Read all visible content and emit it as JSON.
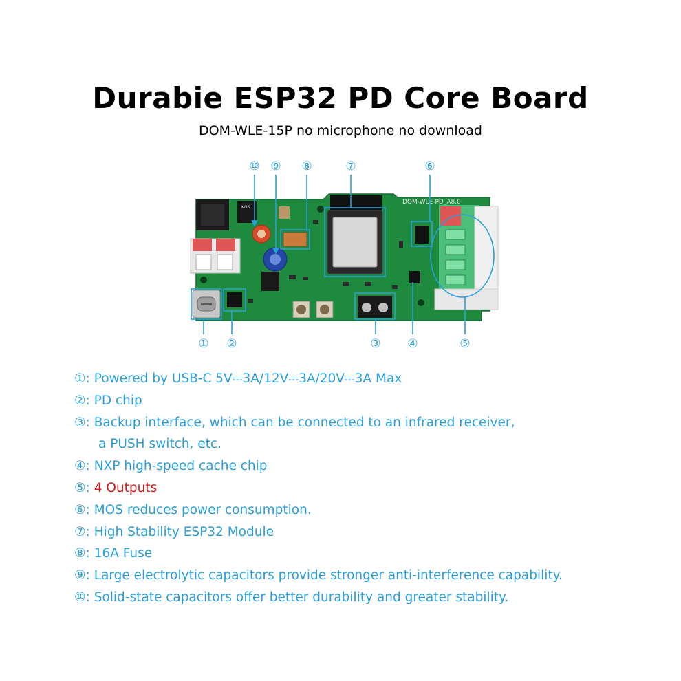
{
  "header": {
    "title": "Durabie ESP32 PD Core Board",
    "subtitle": "DOM-WLE-15P no microphone no download"
  },
  "board": {
    "silkscreen": "DOM-WLE-PD_A8.0",
    "capacitor_text": "KNS",
    "colors": {
      "pcb": "#1e8a3e",
      "callout": "#2a9fd8",
      "terminal_green": "#4dbf7a",
      "terminal_red": "#e05555"
    },
    "callouts": {
      "c1": "①",
      "c2": "②",
      "c3": "③",
      "c4": "④",
      "c5": "⑤",
      "c6": "⑥",
      "c7": "⑦",
      "c8": "⑧",
      "c9": "⑨",
      "c10": "⑩"
    }
  },
  "features": [
    {
      "num": "①",
      "text": "Powered by USB-C 5V⎓3A/12V⎓3A/20V⎓3A Max"
    },
    {
      "num": "②",
      "text": "PD chip"
    },
    {
      "num": "③",
      "text": "Backup interface, which can be connected to an infrared receiver,",
      "cont": "a PUSH switch, etc."
    },
    {
      "num": "④",
      "text": "NXP high-speed cache chip"
    },
    {
      "num": "⑤",
      "text": "4 Outputs",
      "color": "#d01c1c"
    },
    {
      "num": "⑥",
      "text": "MOS reduces power consumption."
    },
    {
      "num": "⑦",
      "text": "High Stability ESP32 Module"
    },
    {
      "num": "⑧",
      "text": "16A Fuse"
    },
    {
      "num": "⑨",
      "text": "Large electrolytic capacitors provide stronger anti-interference capability."
    },
    {
      "num": "⑩",
      "text": "Solid-state capacitors offer better durability and greater stability."
    }
  ]
}
